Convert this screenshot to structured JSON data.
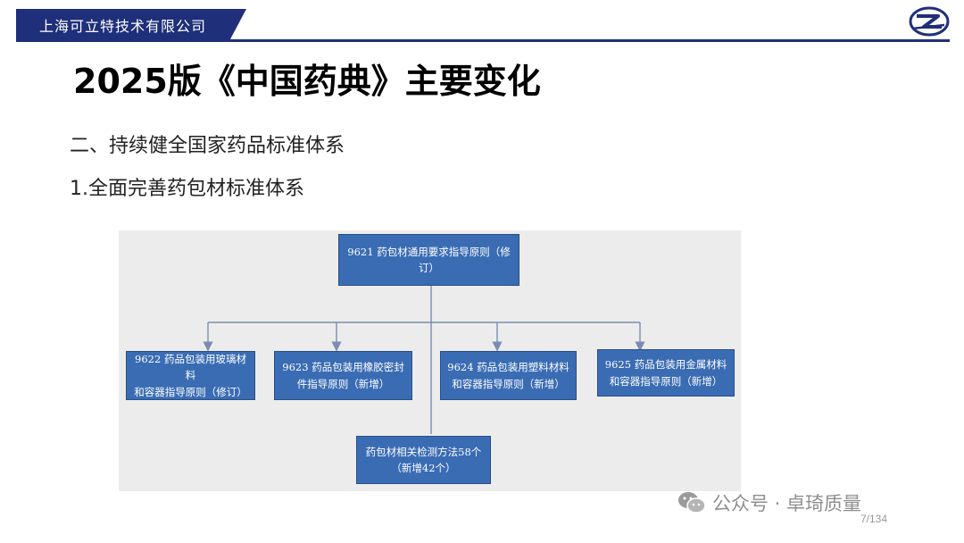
{
  "header": {
    "company_name": "上海可立特技术有限公司",
    "brand_color": "#1f2f7a",
    "logo_icon": "company-logo-icon"
  },
  "title": "2025版《中国药典》主要变化",
  "section_heading": "二、持续健全国家药品标准体系",
  "subsection_heading": "1.全面完善药包材标准体系",
  "diagram": {
    "root": {
      "line1": "9621 药包材通用要求指导原则（修订）"
    },
    "children": [
      {
        "line1": "9622 药品包装用玻璃材料",
        "line2": "和容器指导原则（修订）"
      },
      {
        "line1": "9623 药品包装用橡胶密封",
        "line2": "件指导原则（新增）"
      },
      {
        "line1": "9624 药品包装用塑料材料",
        "line2": "和容器指导原则（新增）"
      },
      {
        "line1": "9625 药品包装用金属材料",
        "line2": "和容器指导原则（新增）"
      }
    ],
    "bottom": {
      "line1": "药包材相关检测方法58个",
      "line2": "（新增42个）"
    },
    "box_color": "#3a6cb4"
  },
  "watermark": {
    "icon": "wechat-icon",
    "text": "公众号 · 卓琦质量"
  },
  "page_number": "7/134"
}
